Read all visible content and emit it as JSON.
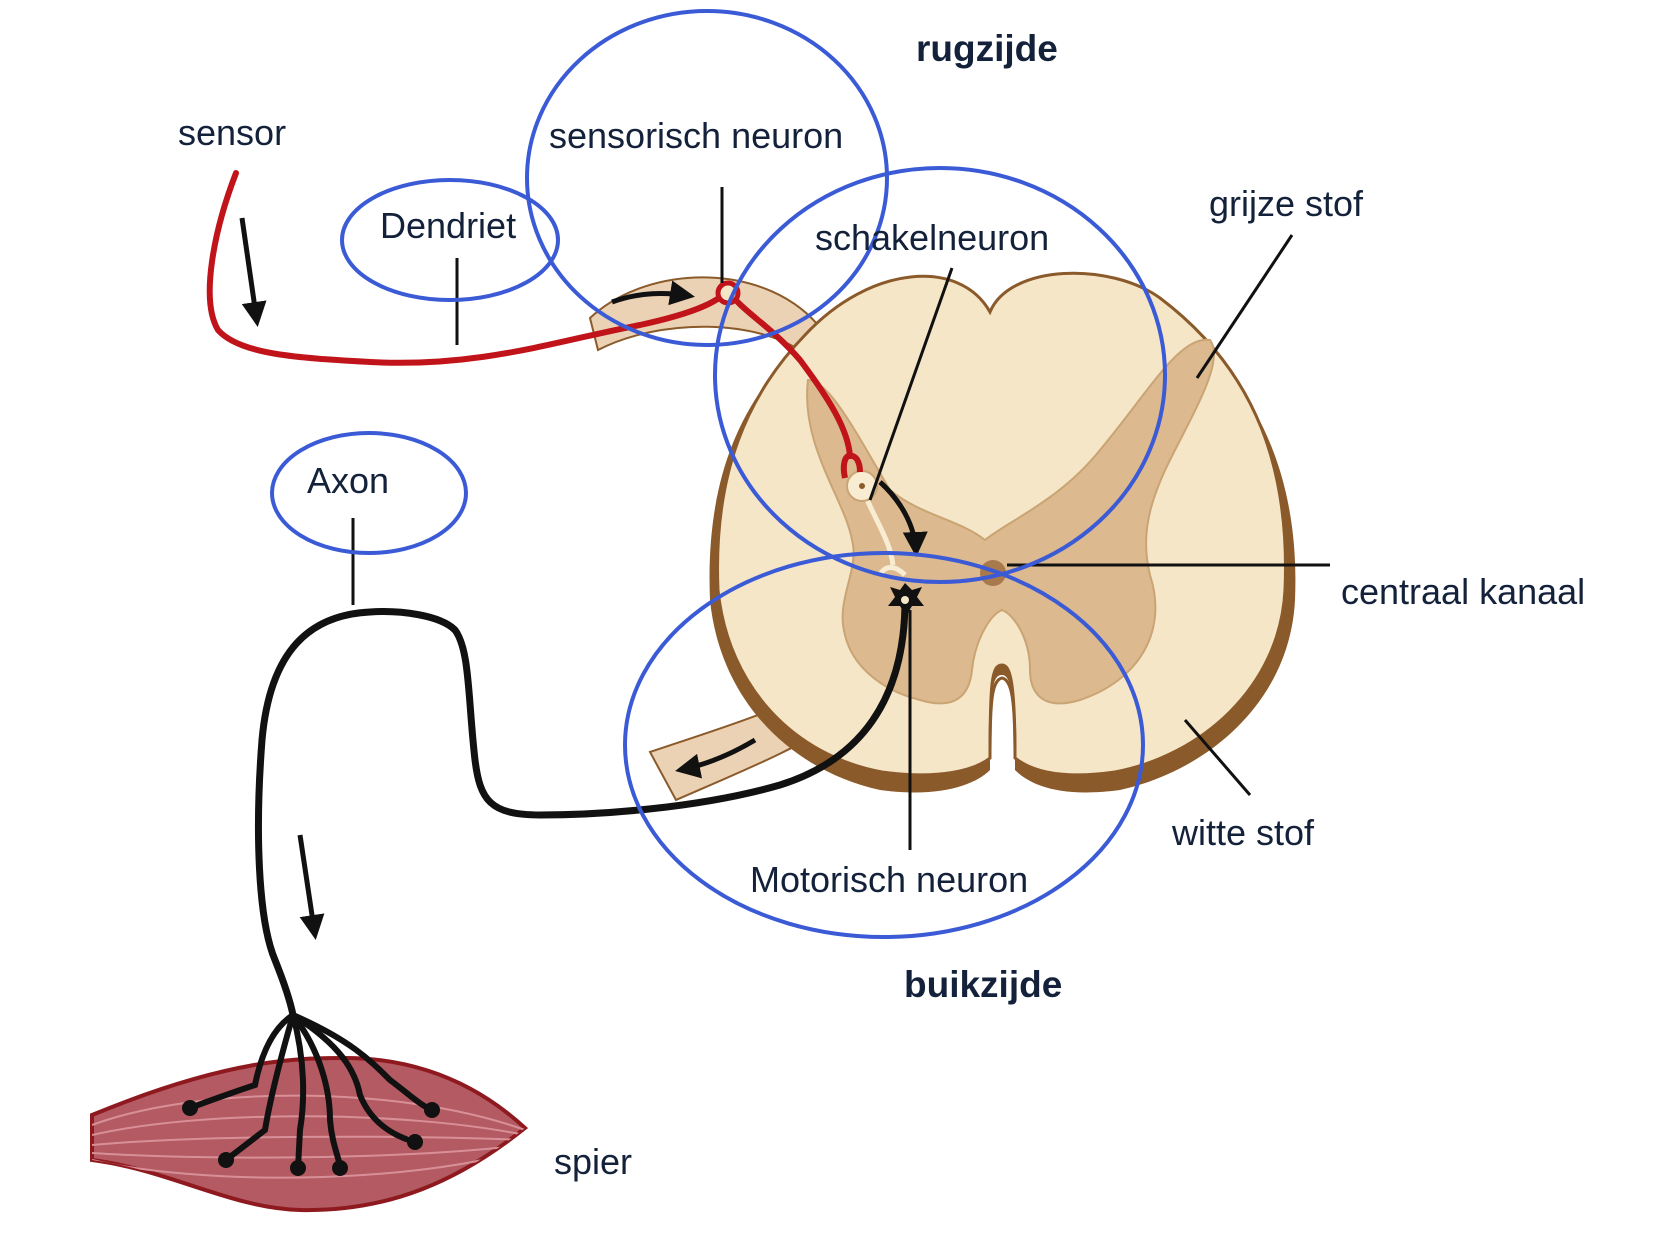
{
  "labels": {
    "dorsal": "rugzijde",
    "ventral": "buikzijde",
    "sensor": "sensor",
    "sensory_neuron": "sensorisch neuron",
    "dendrite": "Dendriet",
    "interneuron": "schakelneuron",
    "grey_matter": "grijze stof",
    "axon": "Axon",
    "central_canal": "centraal kanaal",
    "white_matter": "witte stof",
    "motor_neuron": "Motorisch neuron",
    "muscle": "spier"
  },
  "colors": {
    "highlight_circle": "#3b5bd6",
    "sensory_fiber": "#c0141a",
    "motor_fiber": "#111111",
    "white_matter": "#f5e6c8",
    "grey_matter": "#dcb98e",
    "cord_outline": "#8b5a2b",
    "muscle": "#b45a62",
    "text": "#13213a"
  }
}
